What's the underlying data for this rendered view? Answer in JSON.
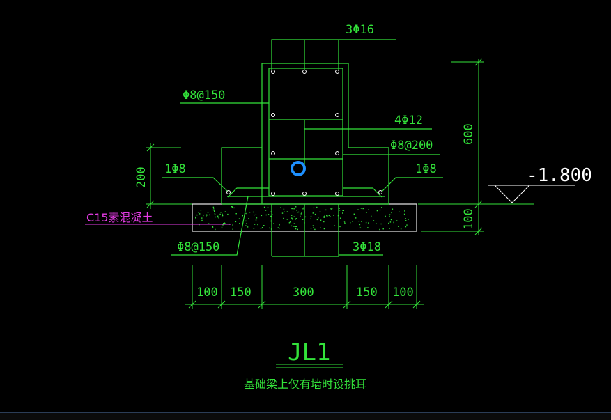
{
  "colors": {
    "green": "#33e23a",
    "white": "#ffffff",
    "magenta": "#e33be3",
    "cursor": "#1e90ff",
    "background": "#000000"
  },
  "labels": {
    "top_bars": "3Φ16",
    "stirrup_main": "Φ8@150",
    "side_bars": "4Φ12",
    "tie_bars": "Φ8@200",
    "left_ear_bar": "1Φ8",
    "right_ear_bar": "1Φ8",
    "bottom_stirrup": "Φ8@150",
    "bottom_bars": "3Φ18",
    "concrete_note": "C15素混凝土"
  },
  "dimensions": {
    "height_main": "600",
    "height_ear": "200",
    "height_pad": "100",
    "elevation": "-1.800",
    "widths": [
      "100",
      "150",
      "300",
      "150",
      "100"
    ]
  },
  "title": {
    "name": "JL1",
    "note": "基础梁上仅有墙时设挑耳"
  }
}
